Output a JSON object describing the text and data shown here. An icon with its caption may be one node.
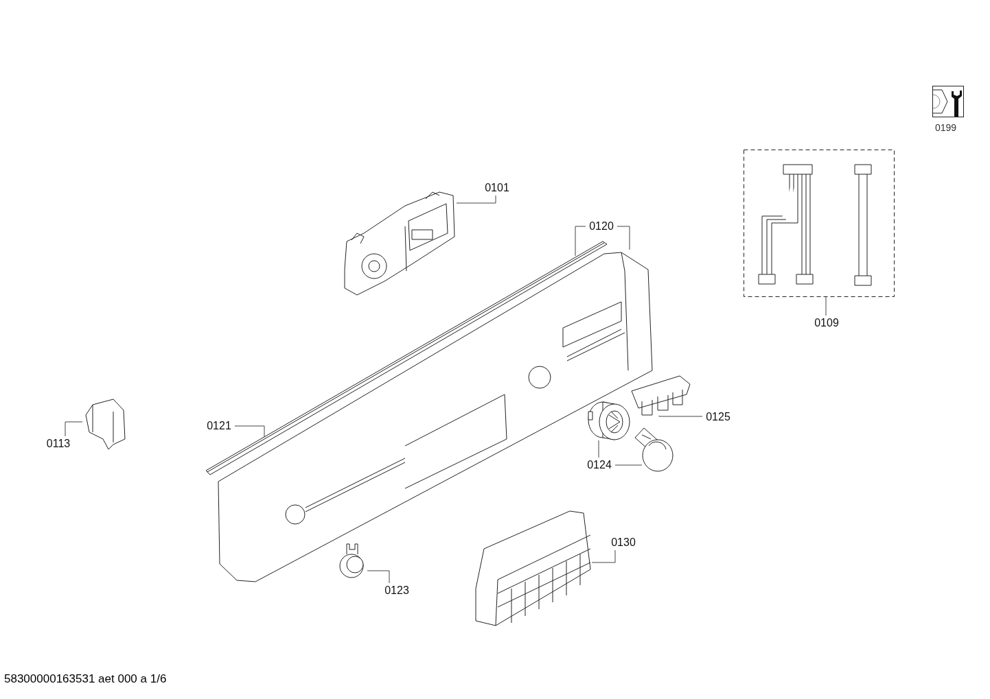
{
  "diagram": {
    "caption": "58300000163531 aet 000 a 1/6",
    "nodes": [
      {
        "text": [
          "0101"
        ]
      },
      {
        "text": [],
        "shape": "picture"
      },
      {
        "text": [
          "0120"
        ]
      },
      {
        "text": [],
        "shape": "picture"
      },
      {
        "text": [],
        "shape": "picture"
      },
      {
        "text": [
          "0121"
        ]
      },
      {
        "text": [
          "0109"
        ]
      },
      {
        "text": [],
        "shape": "picture"
      },
      {
        "text": [
          "0113"
        ]
      },
      {
        "text": [],
        "shape": "picture"
      },
      {
        "text": [
          "0125"
        ]
      },
      {
        "text": [],
        "shape": "picture"
      },
      {
        "text": [
          "0124"
        ]
      },
      {
        "text": [],
        "shape": "picture"
      },
      {
        "text": [],
        "shape": "picture"
      },
      {
        "text": [
          "0123"
        ]
      },
      {
        "text": [],
        "shape": "picture"
      },
      {
        "text": [
          "0130"
        ]
      },
      {
        "text": [],
        "shape": "picture"
      }
    ],
    "edges": [
      {
        "from": 0,
        "to": 1,
        "arrow": "none"
      },
      {
        "from": 2,
        "to": 3,
        "arrow": "none"
      },
      {
        "from": 2,
        "to": 4,
        "arrow": "none"
      },
      {
        "from": 5,
        "to": 3,
        "arrow": "none"
      },
      {
        "from": 6,
        "to": 7,
        "arrow": "none"
      },
      {
        "from": 8,
        "to": 9,
        "arrow": "none"
      },
      {
        "from": 10,
        "to": 11,
        "arrow": "none"
      },
      {
        "from": 12,
        "to": 13,
        "arrow": "none"
      },
      {
        "from": 12,
        "to": 14,
        "arrow": "none"
      },
      {
        "from": 15,
        "to": 16,
        "arrow": "none"
      },
      {
        "from": 17,
        "to": 18,
        "arrow": "none"
      }
    ],
    "labels": [
      "0199"
    ]
  }
}
